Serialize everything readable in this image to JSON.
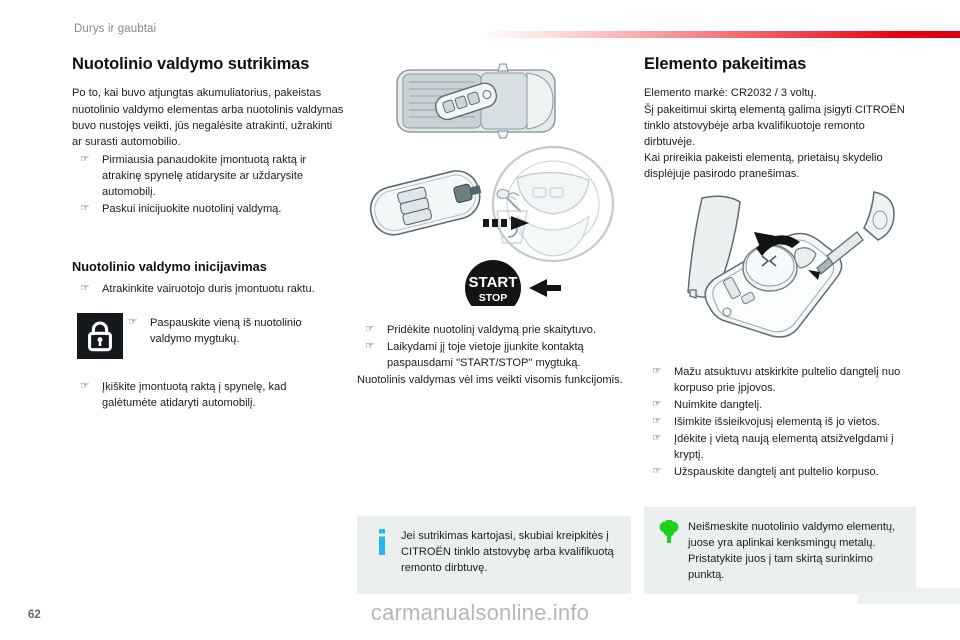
{
  "header": {
    "breadcrumb": "Durys ir gaubtai",
    "accent_color": "#e60012"
  },
  "left_column": {
    "title": "Nuotolinio valdymo sutrikimas",
    "intro": "Po to, kai buvo atjungtas akumuliatorius, pakeistas nuotolinio valdymo elementas arba nuotolinis valdymas buvo nustojęs veikti, jūs negalėsite atrakinti, užrakinti ar surasti automobilio.",
    "steps": [
      "Pirmiausia panaudokite įmontuotą raktą ir atrakinę spynelę atidarysite ar uždarysite automobilį.",
      "Paskui inicijuokite nuotolinį valdymą."
    ],
    "sub_title": "Nuotolinio valdymo inicijavimas",
    "init_steps": [
      "Atrakinkite vairuotojo duris įmontuotu raktu."
    ],
    "lock_callout": {
      "icon": "padlock-icon",
      "text": "Paspauskite vieną iš nuotolinio valdymo mygtukų."
    },
    "final_steps": [
      "Įkiškite įmontuotą raktą į spynelę, kad galėtumėte atidaryti automobilį."
    ]
  },
  "middle_column": {
    "illustration": {
      "name": "car-key-steering-start-stop-illustration",
      "start_stop_label_top": "START",
      "start_stop_label_bottom": "STOP"
    },
    "steps": [
      "Pridėkite nuotolinį valdymą prie skaitytuvo.",
      "Laikydami jį toje vietoje įjunkite kontaktą paspausdami \"START/STOP\" mygtuką."
    ],
    "closing_text": "Nuotolinis valdymas vėl ims veikti visomis funkcijomis."
  },
  "right_column": {
    "title": "Elemento pakeitimas",
    "body_lines": [
      "Elemento markė: CR2032 / 3 voltų.",
      "Šį pakeitimui skirtą elementą galima įsigyti CITROËN tinklo atstovybėje arba kvalifikuotoje remonto dirbtuvėje.",
      "Kai prireikia pakeisti elementą, prietaisų skydelio displėjuje pasirodo pranešimas."
    ],
    "illustration": {
      "name": "key-fob-battery-replacement-illustration"
    },
    "steps": [
      "Mažu atsuktuvu atskirkite pultelio dangtelį nuo korpuso prie įpjovos.",
      "Nuimkite dangtelį.",
      "Išimkite išsieikvojusį elementą iš jo vietos.",
      "Įdėkite į vietą naują elementą atsižvelgdami į kryptį.",
      "Užspauskite dangtelį ant pultelio korpuso."
    ]
  },
  "info_boxes": {
    "warning": {
      "icon": "info-i-icon",
      "icon_color": "#2bb5e8",
      "text": "Jei sutrikimas kartojasi, skubiai kreipkitės į CITROËN tinklo atstovybę arba kvalifikuotą remonto dirbtuvę."
    },
    "eco": {
      "icon": "tree-icon",
      "icon_color": "#1ed11e",
      "text": "Neišmeskite nuotolinio valdymo elementų, juose yra aplinkai kenksmingų metalų. Pristatykite juos į tam skirtą surinkimo punktą."
    }
  },
  "footer": {
    "page_number": "62",
    "watermark": "carmanualsonline.info"
  },
  "icons": {
    "hand_pointer": "☞"
  }
}
